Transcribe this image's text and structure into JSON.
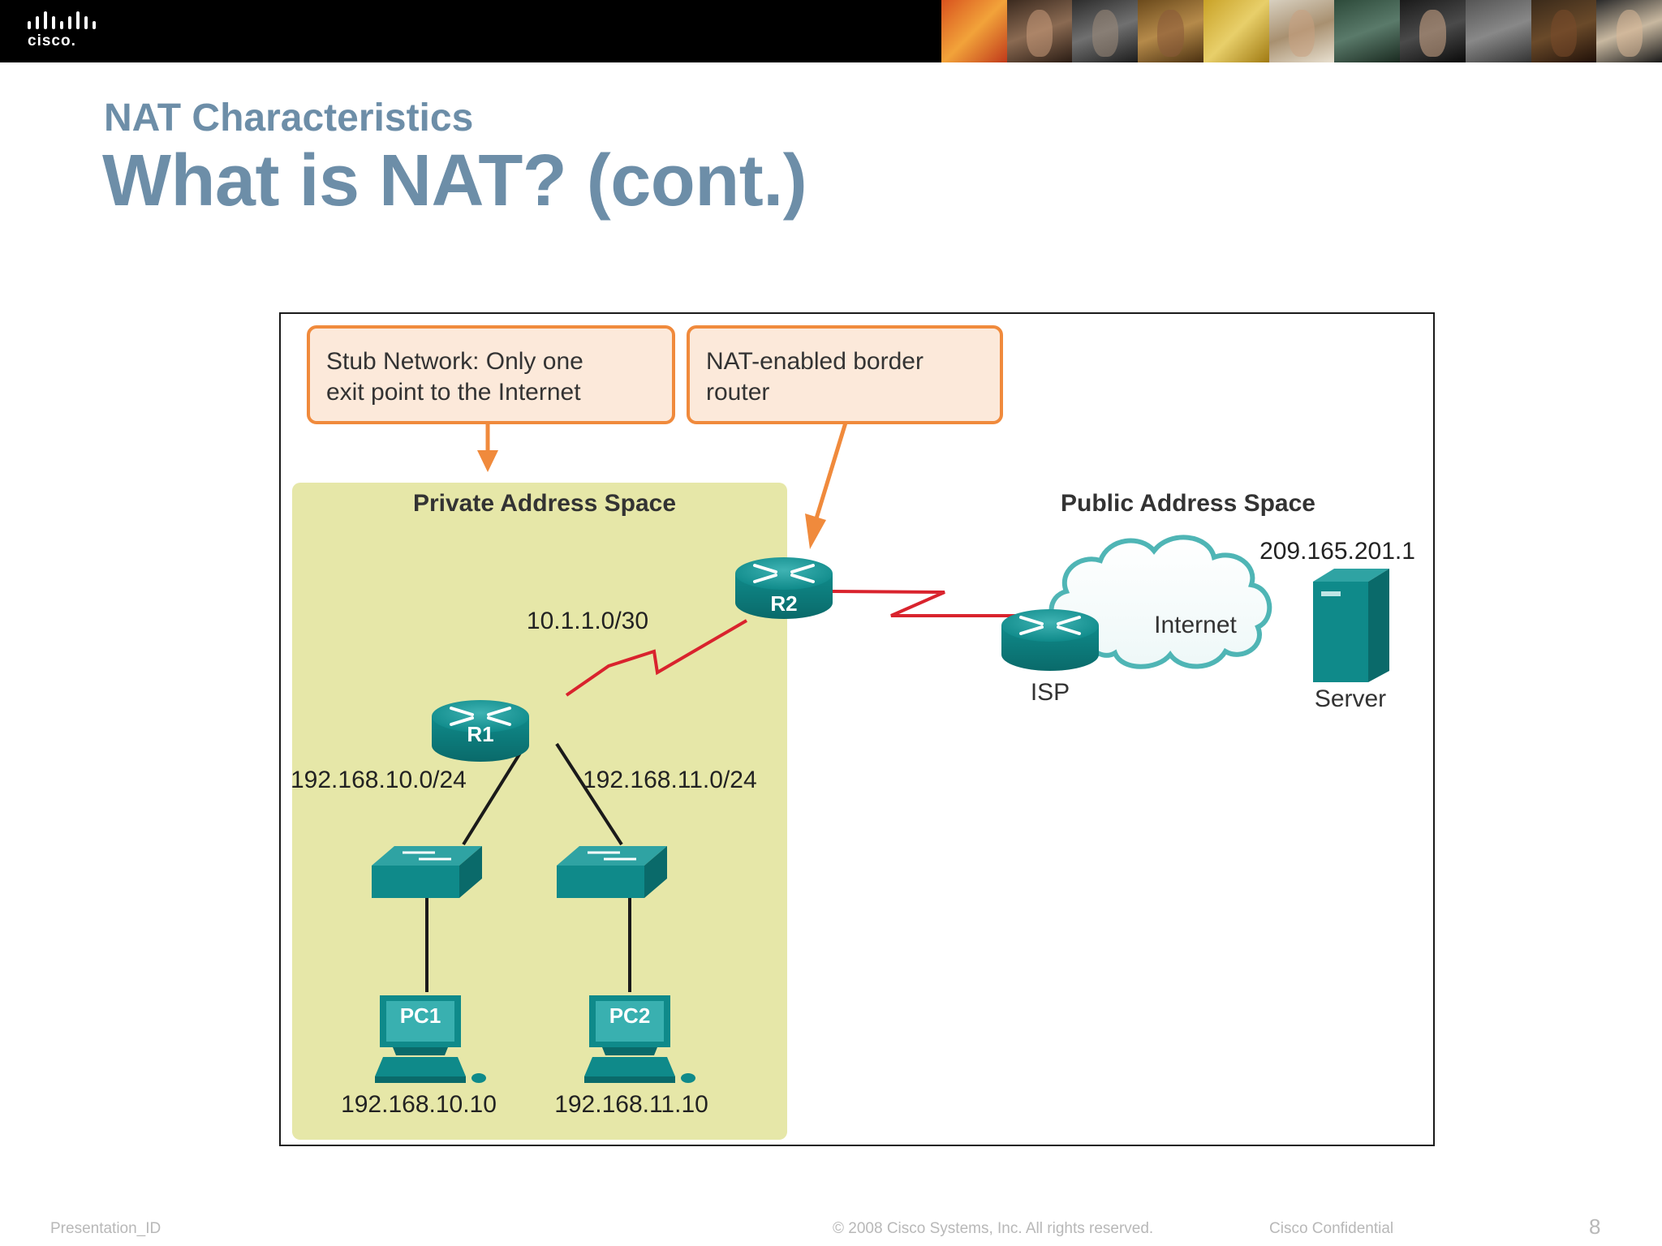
{
  "header": {
    "logo_text": "cisco."
  },
  "slide": {
    "section_title": "NAT Characteristics",
    "main_title": "What is NAT? (cont.)"
  },
  "diagram": {
    "callout_stub_line1": "Stub Network: Only one",
    "callout_stub_line2": "exit point to the Internet",
    "callout_nat_line1": "NAT-enabled border",
    "callout_nat_line2": "router",
    "private_label": "Private Address Space",
    "public_label": "Public Address Space",
    "link_r1_r2": "10.1.1.0/30",
    "lan1_net": "192.168.10.0/24",
    "lan2_net": "192.168.11.0/24",
    "r1_label": "R1",
    "r2_label": "R2",
    "isp_label": "ISP",
    "internet_label": "Internet",
    "server_label": "Server",
    "server_ip": "209.165.201.1",
    "pc1_label": "PC1",
    "pc2_label": "PC2",
    "pc1_ip": "192.168.10.10",
    "pc2_ip": "192.168.11.10",
    "colors": {
      "callout_fill": "#fce9da",
      "callout_border": "#f08a3c",
      "private_fill": "#e6e7a8",
      "device_teal": "#0f8a8a",
      "serial_link": "#d9232d"
    }
  },
  "footer": {
    "presentation_id": "Presentation_ID",
    "copyright": "© 2008 Cisco Systems, Inc. All rights reserved.",
    "confidential": "Cisco Confidential",
    "page_number": "8"
  }
}
